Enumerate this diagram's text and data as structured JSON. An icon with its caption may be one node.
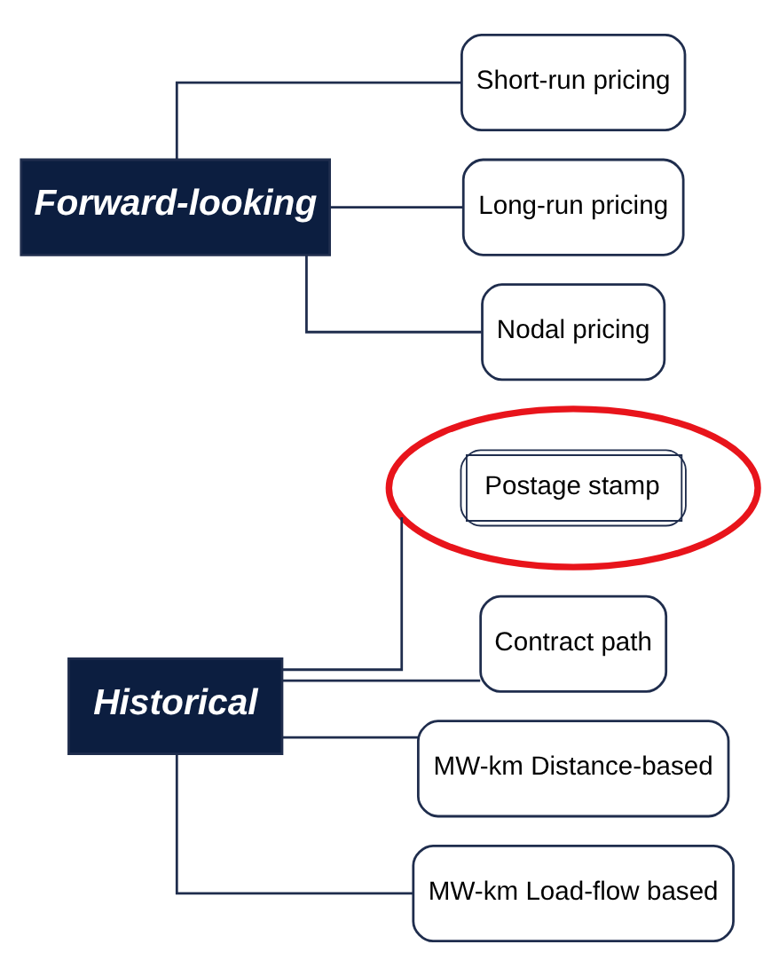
{
  "diagram": {
    "nodes": [
      {
        "text": [
          "Historical"
        ]
      },
      {
        "text": [
          "Postage stamp"
        ]
      },
      {
        "text": [
          "Contract path"
        ]
      },
      {
        "text": [
          "MW-km Distance-based"
        ]
      },
      {
        "text": [
          "MW-km Load-flow based"
        ]
      },
      {
        "text": [
          "Forward-looking"
        ]
      },
      {
        "text": [
          "Short-run pricing"
        ]
      },
      {
        "text": [
          "Long-run pricing"
        ]
      },
      {
        "text": [
          "Nodal pricing"
        ]
      }
    ],
    "edges": [
      {
        "from": 0,
        "to": 1,
        "arrow": "none"
      },
      {
        "from": 0,
        "to": 2,
        "arrow": "none"
      },
      {
        "from": 0,
        "to": 3,
        "arrow": "none"
      },
      {
        "from": 0,
        "to": 4,
        "arrow": "none"
      },
      {
        "from": 5,
        "to": 6,
        "arrow": "none"
      },
      {
        "from": 5,
        "to": 7,
        "arrow": "none"
      },
      {
        "from": 5,
        "to": 8,
        "arrow": "none"
      }
    ]
  }
}
